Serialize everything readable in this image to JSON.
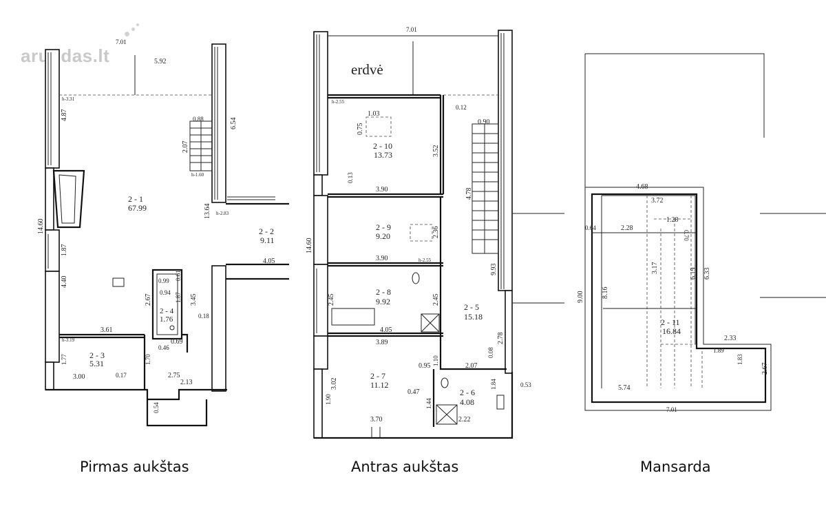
{
  "watermark": "aruodas.lt",
  "captions": {
    "first": "Pirmas aukštas",
    "second": "Antras aukštas",
    "attic": "Mansarda"
  },
  "floor1": {
    "rooms": [
      {
        "id": "2 - 1",
        "area": "67.99"
      },
      {
        "id": "2 - 2",
        "area": "9.11"
      },
      {
        "id": "2 - 3",
        "area": "5.31"
      },
      {
        "id": "2 - 4",
        "area": "1.76"
      }
    ],
    "dims": [
      "7.01",
      "5.92",
      "4.87",
      "14.60",
      "1.87",
      "4.40",
      "1.77",
      "6.54",
      "13.64",
      "0.88",
      "2.07",
      "4.05",
      "0.99",
      "0.94",
      "0.61",
      "1.87",
      "2.67",
      "3.45",
      "0.18",
      "3.61",
      "0.69",
      "0.46",
      "1.70",
      "3.00",
      "0.17",
      "2.75",
      "2.13",
      "0.54"
    ],
    "heights": [
      "h-3.31",
      "h-1.60",
      "h-2.83",
      "h-3.19"
    ]
  },
  "floor2": {
    "label": "erdvė",
    "rooms": [
      {
        "id": "2 - 10",
        "area": "13.73"
      },
      {
        "id": "2 - 9",
        "area": "9.20"
      },
      {
        "id": "2 - 8",
        "area": "9.92"
      },
      {
        "id": "2 - 5",
        "area": "15.18"
      },
      {
        "id": "2 - 7",
        "area": "11.12"
      },
      {
        "id": "2 - 6",
        "area": "4.08"
      }
    ],
    "dims": [
      "7.01",
      "1.03",
      "0.75",
      "0.12",
      "0.90",
      "3.52",
      "0.13",
      "3.90",
      "4.78",
      "14.60",
      "2.36",
      "3.90",
      "2.45",
      "2.45",
      "9.93",
      "4.05",
      "3.89",
      "1.10",
      "2.78",
      "0.08",
      "0.95",
      "2.07",
      "3.02",
      "1.90",
      "0.47",
      "1.44",
      "1.84",
      "0.53",
      "3.70",
      "2.22"
    ],
    "heights": [
      "h-2.55",
      "h-2.55"
    ]
  },
  "attic": {
    "rooms": [
      {
        "id": "2 - 11",
        "area": "16.84"
      }
    ],
    "dims": [
      "4.68",
      "3.72",
      "1.28",
      "0.64",
      "2.28",
      "0.70",
      "6.33",
      "6.19",
      "9.00",
      "8.16",
      "3.17",
      "2.33",
      "1.89",
      "1.83",
      "2.67",
      "5.74",
      "7.01"
    ]
  }
}
